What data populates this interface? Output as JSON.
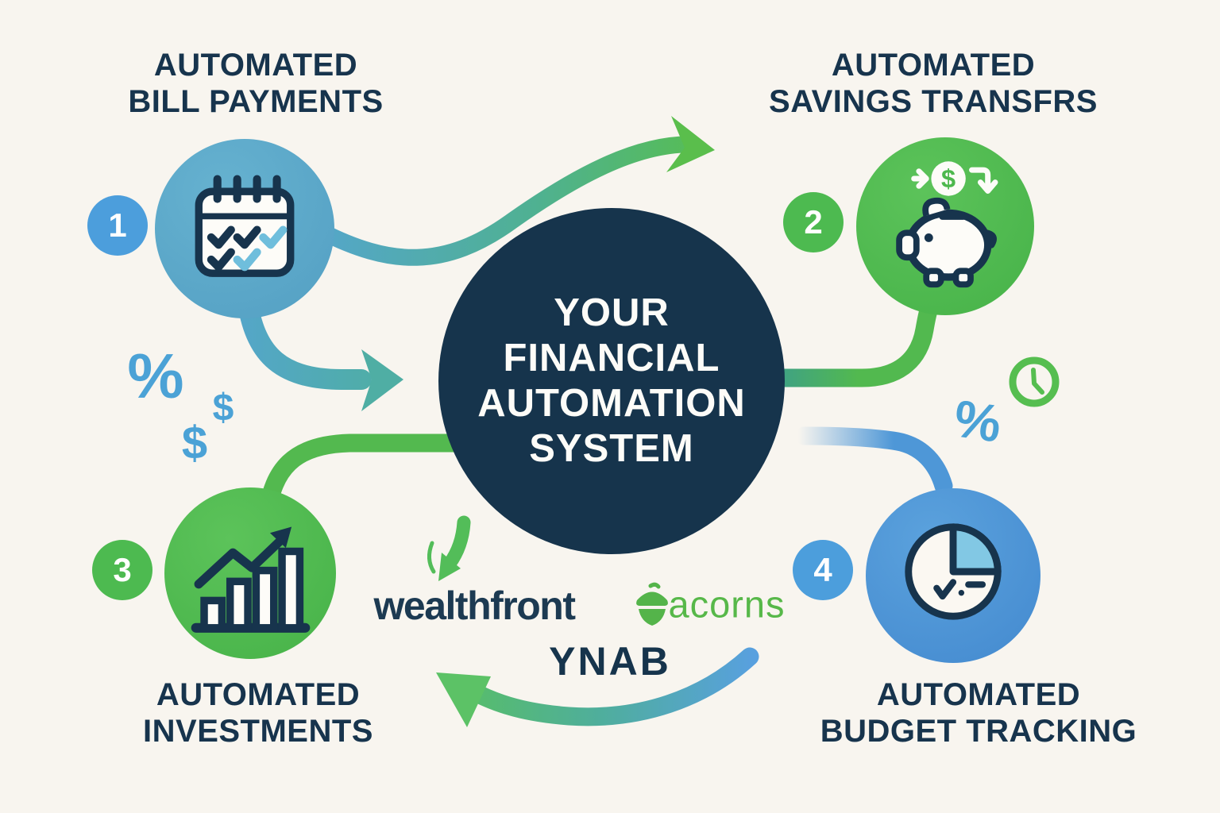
{
  "center": {
    "line1": "YOUR",
    "line2": "FINANCIAL",
    "line3": "AUTOMATION",
    "line4": "SYSTEM"
  },
  "titles": {
    "node1": {
      "line1": "AUTOMATED",
      "line2": "BILL PAYMENTS"
    },
    "node2": {
      "line1": "AUTOMATED",
      "line2": "SAVINGS TRANSFRS"
    },
    "node3": {
      "line1": "AUTOMATED",
      "line2": "INVESTMENTS"
    },
    "node4": {
      "line1": "AUTOMATED",
      "line2": "BUDGET TRACKING"
    }
  },
  "badges": {
    "node1": "1",
    "node2": "2",
    "node3": "3",
    "node4": "4"
  },
  "logos": {
    "wealthfront": "wealthfront",
    "acorns": "acorns",
    "ynab": "YNAB"
  },
  "symbols": {
    "percent_left": "%",
    "dollar_small": "$",
    "dollar_large": "$",
    "percent_right": "%",
    "coin_dollar": "$"
  },
  "icons": [
    "calendar-checks-icon",
    "piggy-bank-icon",
    "bar-chart-growth-icon",
    "pie-chart-icon",
    "clock-icon",
    "acorn-icon"
  ],
  "colors": {
    "background": "#F8F5EF",
    "navy": "#17344D",
    "circle_blue": "#58A7C9",
    "circle_green": "#4FB94F",
    "circle_budget_blue": "#4E96D6",
    "badge_blue": "#4C9EDC",
    "badge_green": "#4DBA50",
    "light_blue": "#7FC6E3",
    "symbol_blue": "#4BA2D6",
    "arrow_green": "#55BE52",
    "acorns_green": "#57B849",
    "wealthfront_navy": "#1C3A52"
  }
}
